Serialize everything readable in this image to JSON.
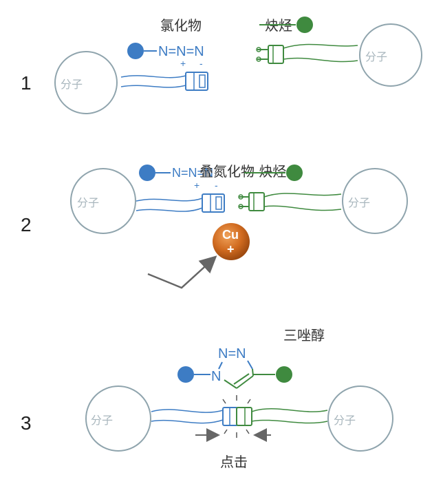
{
  "steps": [
    {
      "number": "1",
      "azide_label": "氯化物",
      "alkyne_label": "炔烃",
      "azide_group": "N=N=N",
      "charge_plus": "+",
      "charge_minus": "-",
      "molecule_left": "分子",
      "molecule_right": "分子"
    },
    {
      "number": "2",
      "overlay_label": "叠氮化物 炔烃",
      "azide_group": "N=N=N",
      "charge_plus": "+",
      "charge_minus": "-",
      "molecule_left": "分子",
      "molecule_right": "分子",
      "catalyst": {
        "symbol": "Cu",
        "charge": "+"
      }
    },
    {
      "number": "3",
      "triazole_label": "三唑醇",
      "triazole_top": "N=N",
      "triazole_n": "N",
      "molecule_left": "分子",
      "molecule_right": "分子",
      "click_label": "点击"
    }
  ],
  "colors": {
    "azide": "#3d7cc4",
    "alkyne": "#3f8a3f",
    "molecule": "#8fa4ad",
    "copper": "#c9601a",
    "arrow": "#666666"
  },
  "icons": [
    "blue-atom-icon",
    "green-atom-icon",
    "buckle-female-icon",
    "buckle-male-icon",
    "copper-ion-icon",
    "arrow-icon"
  ]
}
